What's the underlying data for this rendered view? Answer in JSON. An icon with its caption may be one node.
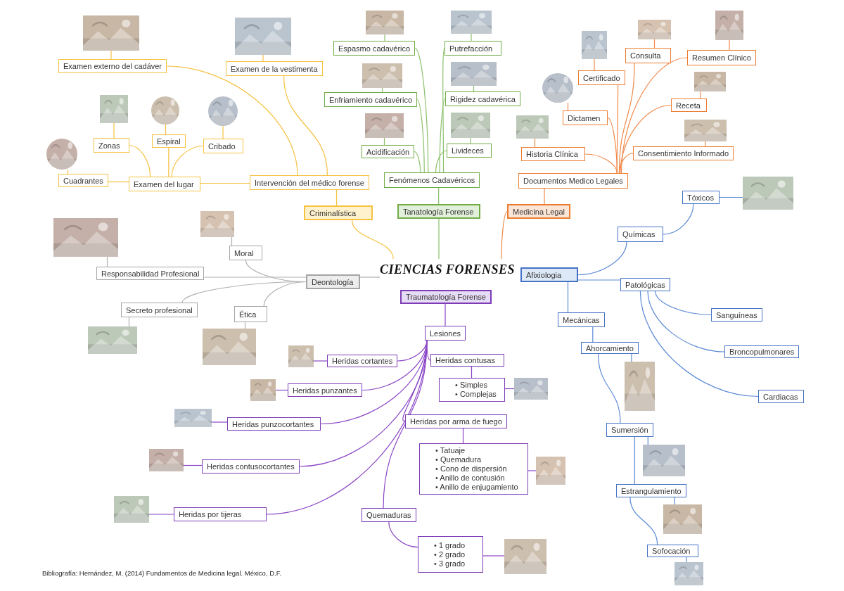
{
  "diagram": {
    "nodes": [
      {
        "text": [
          "CIENCIAS FORENSES"
        ]
      },
      {
        "text": [
          "Criminalística"
        ]
      },
      {
        "text": [
          "Intervención del médico forense"
        ]
      },
      {
        "text": [
          "Examen del lugar"
        ]
      },
      {
        "text": [
          "Cuadrantes"
        ]
      },
      {
        "text": [
          "Zonas"
        ]
      },
      {
        "text": [
          "Espiral"
        ]
      },
      {
        "text": [
          "Cribado"
        ]
      },
      {
        "text": [
          "Examen externo del cadáver"
        ]
      },
      {
        "text": [
          "Examen de la vestimenta"
        ]
      },
      {
        "text": [],
        "shape": "picture"
      },
      {
        "text": [],
        "shape": "picture"
      },
      {
        "text": [],
        "shape": "picture"
      },
      {
        "text": [],
        "shape": "picture"
      },
      {
        "text": [],
        "shape": "picture"
      },
      {
        "text": [],
        "shape": "picture"
      },
      {
        "text": [
          "Tanatología Forense"
        ]
      },
      {
        "text": [
          "Fenómenos Cadavéricos"
        ]
      },
      {
        "text": [
          "Acidificación"
        ]
      },
      {
        "text": [
          "Livideces"
        ]
      },
      {
        "text": [
          "Enfriamiento cadavérico"
        ]
      },
      {
        "text": [
          "Rigidez cadavérica"
        ]
      },
      {
        "text": [
          "Espasmo cadavérico"
        ]
      },
      {
        "text": [
          "Putrefacción"
        ]
      },
      {
        "text": [],
        "shape": "picture"
      },
      {
        "text": [],
        "shape": "picture"
      },
      {
        "text": [],
        "shape": "picture"
      },
      {
        "text": [],
        "shape": "picture"
      },
      {
        "text": [],
        "shape": "picture"
      },
      {
        "text": [],
        "shape": "picture"
      },
      {
        "text": [
          "Medicina Legal"
        ]
      },
      {
        "text": [
          "Documentos Medico Legales"
        ]
      },
      {
        "text": [
          "Historia Clínica"
        ]
      },
      {
        "text": [
          "Consentimiento Informado"
        ]
      },
      {
        "text": [
          "Dictamen"
        ]
      },
      {
        "text": [
          "Receta"
        ]
      },
      {
        "text": [
          "Certificado"
        ]
      },
      {
        "text": [
          "Consulta"
        ]
      },
      {
        "text": [
          "Resumen Clínico"
        ]
      },
      {
        "text": [],
        "shape": "picture"
      },
      {
        "text": [],
        "shape": "picture"
      },
      {
        "text": [],
        "shape": "picture"
      },
      {
        "text": [],
        "shape": "picture"
      },
      {
        "text": [],
        "shape": "picture"
      },
      {
        "text": [],
        "shape": "picture"
      },
      {
        "text": [],
        "shape": "picture"
      },
      {
        "text": [
          "Deontología"
        ]
      },
      {
        "text": [
          "Moral"
        ]
      },
      {
        "text": [
          "Responsabilidad Profesional"
        ]
      },
      {
        "text": [
          "Secreto profesional"
        ]
      },
      {
        "text": [
          "Ética"
        ]
      },
      {
        "text": [],
        "shape": "picture"
      },
      {
        "text": [],
        "shape": "picture"
      },
      {
        "text": [],
        "shape": "picture"
      },
      {
        "text": [],
        "shape": "picture"
      },
      {
        "text": [
          "Traumatología Forense"
        ]
      },
      {
        "text": [
          "Lesiones"
        ]
      },
      {
        "text": [
          "Heridas cortantes"
        ]
      },
      {
        "text": [
          "Heridas contusas"
        ]
      },
      {
        "text": [
          "• Simples",
          "• Complejas"
        ]
      },
      {
        "text": [
          "Heridas punzantes"
        ]
      },
      {
        "text": [
          "Heridas punzocortantes"
        ]
      },
      {
        "text": [
          "Heridas por arma de fuego"
        ]
      },
      {
        "text": [
          "• Tatuaje",
          "• Quemadura",
          "• Cono de dispersión",
          "• Anillo de contusión",
          "• Anillo de enjugamiento"
        ]
      },
      {
        "text": [
          "Heridas contusocortantes"
        ]
      },
      {
        "text": [
          "Heridas por tijeras"
        ]
      },
      {
        "text": [
          "Quemaduras"
        ]
      },
      {
        "text": [
          "• 1 grado",
          "• 2 grado",
          "• 3 grado"
        ]
      },
      {
        "text": [],
        "shape": "picture"
      },
      {
        "text": [],
        "shape": "picture"
      },
      {
        "text": [],
        "shape": "picture"
      },
      {
        "text": [],
        "shape": "picture"
      },
      {
        "text": [],
        "shape": "picture"
      },
      {
        "text": [],
        "shape": "picture"
      },
      {
        "text": [],
        "shape": "picture"
      },
      {
        "text": [],
        "shape": "picture"
      },
      {
        "text": [
          "Afixiologia"
        ]
      },
      {
        "text": [
          "Químicas"
        ]
      },
      {
        "text": [
          "Tóxicos"
        ]
      },
      {
        "text": [
          "Patológicas"
        ]
      },
      {
        "text": [
          "Sanguíneas"
        ]
      },
      {
        "text": [
          "Broncopulmonares"
        ]
      },
      {
        "text": [
          "Cardiacas"
        ]
      },
      {
        "text": [
          "Mecánicas"
        ]
      },
      {
        "text": [
          "Ahorcamiento"
        ]
      },
      {
        "text": [
          "Sumersión"
        ]
      },
      {
        "text": [
          "Estrangulamiento"
        ]
      },
      {
        "text": [
          "Sofocación"
        ]
      },
      {
        "text": [],
        "shape": "picture"
      },
      {
        "text": [],
        "shape": "picture"
      },
      {
        "text": [],
        "shape": "picture"
      },
      {
        "text": [],
        "shape": "picture"
      },
      {
        "text": [],
        "shape": "picture"
      }
    ],
    "edges": [
      {
        "from": 0,
        "to": 1,
        "arrow": "none",
        "color": "#f5c242"
      },
      {
        "from": 1,
        "to": 2,
        "arrow": "none",
        "color": "#f5c242"
      },
      {
        "from": 2,
        "to": 3,
        "arrow": "none",
        "color": "#f5c242"
      },
      {
        "from": 3,
        "to": 4,
        "arrow": "none",
        "color": "#f5c242"
      },
      {
        "from": 3,
        "to": 5,
        "arrow": "none",
        "color": "#f5c242"
      },
      {
        "from": 3,
        "to": 6,
        "arrow": "none",
        "color": "#f5c242"
      },
      {
        "from": 3,
        "to": 7,
        "arrow": "none",
        "color": "#f5c242"
      },
      {
        "from": 2,
        "to": 8,
        "arrow": "none",
        "color": "#f5c242"
      },
      {
        "from": 2,
        "to": 9,
        "arrow": "none",
        "color": "#f5c242"
      },
      {
        "from": 4,
        "to": 10,
        "arrow": "none",
        "color": "#f5c242"
      },
      {
        "from": 5,
        "to": 11,
        "arrow": "none",
        "color": "#f5c242"
      },
      {
        "from": 6,
        "to": 12,
        "arrow": "none",
        "color": "#f5c242"
      },
      {
        "from": 7,
        "to": 13,
        "arrow": "none",
        "color": "#f5c242"
      },
      {
        "from": 8,
        "to": 14,
        "arrow": "none",
        "color": "#f5c242"
      },
      {
        "from": 9,
        "to": 15,
        "arrow": "none",
        "color": "#f5c242"
      },
      {
        "from": 0,
        "to": 16,
        "arrow": "none",
        "color": "#8bc06a"
      },
      {
        "from": 16,
        "to": 17,
        "arrow": "none",
        "color": "#8bc06a"
      },
      {
        "from": 17,
        "to": 18,
        "arrow": "none",
        "color": "#8bc06a"
      },
      {
        "from": 17,
        "to": 19,
        "arrow": "none",
        "color": "#8bc06a"
      },
      {
        "from": 17,
        "to": 20,
        "arrow": "none",
        "color": "#8bc06a"
      },
      {
        "from": 17,
        "to": 21,
        "arrow": "none",
        "color": "#8bc06a"
      },
      {
        "from": 17,
        "to": 22,
        "arrow": "none",
        "color": "#8bc06a"
      },
      {
        "from": 17,
        "to": 23,
        "arrow": "none",
        "color": "#8bc06a"
      },
      {
        "from": 18,
        "to": 24,
        "arrow": "none",
        "color": "#8bc06a"
      },
      {
        "from": 19,
        "to": 25,
        "arrow": "none",
        "color": "#8bc06a"
      },
      {
        "from": 20,
        "to": 26,
        "arrow": "none",
        "color": "#8bc06a"
      },
      {
        "from": 21,
        "to": 27,
        "arrow": "none",
        "color": "#8bc06a"
      },
      {
        "from": 22,
        "to": 28,
        "arrow": "none",
        "color": "#8bc06a"
      },
      {
        "from": 23,
        "to": 29,
        "arrow": "none",
        "color": "#8bc06a"
      },
      {
        "from": 0,
        "to": 30,
        "arrow": "none",
        "color": "#f08a4b"
      },
      {
        "from": 30,
        "to": 31,
        "arrow": "none",
        "color": "#f08a4b"
      },
      {
        "from": 31,
        "to": 32,
        "arrow": "none",
        "color": "#f08a4b"
      },
      {
        "from": 31,
        "to": 33,
        "arrow": "none",
        "color": "#f08a4b"
      },
      {
        "from": 31,
        "to": 34,
        "arrow": "none",
        "color": "#f08a4b"
      },
      {
        "from": 31,
        "to": 35,
        "arrow": "none",
        "color": "#f08a4b"
      },
      {
        "from": 31,
        "to": 36,
        "arrow": "none",
        "color": "#f08a4b"
      },
      {
        "from": 31,
        "to": 37,
        "arrow": "none",
        "color": "#f08a4b"
      },
      {
        "from": 31,
        "to": 38,
        "arrow": "none",
        "color": "#f08a4b"
      },
      {
        "from": 32,
        "to": 39,
        "arrow": "none",
        "color": "#f08a4b"
      },
      {
        "from": 33,
        "to": 40,
        "arrow": "none",
        "color": "#f08a4b"
      },
      {
        "from": 34,
        "to": 41,
        "arrow": "none",
        "color": "#f08a4b"
      },
      {
        "from": 35,
        "to": 42,
        "arrow": "none",
        "color": "#f08a4b"
      },
      {
        "from": 36,
        "to": 43,
        "arrow": "none",
        "color": "#f08a4b"
      },
      {
        "from": 37,
        "to": 44,
        "arrow": "none",
        "color": "#f08a4b"
      },
      {
        "from": 38,
        "to": 45,
        "arrow": "none",
        "color": "#f08a4b"
      },
      {
        "from": 0,
        "to": 46,
        "arrow": "none",
        "color": "#b0b0b0"
      },
      {
        "from": 46,
        "to": 47,
        "arrow": "none",
        "color": "#b0b0b0"
      },
      {
        "from": 46,
        "to": 48,
        "arrow": "none",
        "color": "#b0b0b0"
      },
      {
        "from": 46,
        "to": 49,
        "arrow": "none",
        "color": "#b0b0b0"
      },
      {
        "from": 46,
        "to": 50,
        "arrow": "none",
        "color": "#b0b0b0"
      },
      {
        "from": 47,
        "to": 51,
        "arrow": "none",
        "color": "#b0b0b0"
      },
      {
        "from": 48,
        "to": 52,
        "arrow": "none",
        "color": "#b0b0b0"
      },
      {
        "from": 49,
        "to": 53,
        "arrow": "none",
        "color": "#b0b0b0"
      },
      {
        "from": 50,
        "to": 54,
        "arrow": "none",
        "color": "#b0b0b0"
      },
      {
        "from": 55,
        "to": 56,
        "arrow": "none",
        "color": "#8a45c6"
      },
      {
        "from": 56,
        "to": 57,
        "arrow": "none",
        "color": "#8a45c6"
      },
      {
        "from": 56,
        "to": 58,
        "arrow": "none",
        "color": "#8a45c6"
      },
      {
        "from": 58,
        "to": 59,
        "arrow": "none",
        "color": "#8a45c6"
      },
      {
        "from": 56,
        "to": 60,
        "arrow": "none",
        "color": "#8a45c6"
      },
      {
        "from": 56,
        "to": 61,
        "arrow": "none",
        "color": "#8a45c6"
      },
      {
        "from": 56,
        "to": 62,
        "arrow": "none",
        "color": "#8a45c6"
      },
      {
        "from": 62,
        "to": 63,
        "arrow": "none",
        "color": "#8a45c6"
      },
      {
        "from": 56,
        "to": 64,
        "arrow": "none",
        "color": "#8a45c6"
      },
      {
        "from": 56,
        "to": 65,
        "arrow": "none",
        "color": "#8a45c6"
      },
      {
        "from": 56,
        "to": 66,
        "arrow": "none",
        "color": "#8a45c6"
      },
      {
        "from": 66,
        "to": 67,
        "arrow": "none",
        "color": "#8a45c6"
      },
      {
        "from": 57,
        "to": 68,
        "arrow": "none",
        "color": "#8a45c6"
      },
      {
        "from": 59,
        "to": 69,
        "arrow": "none",
        "color": "#8a45c6"
      },
      {
        "from": 60,
        "to": 70,
        "arrow": "none",
        "color": "#8a45c6"
      },
      {
        "from": 61,
        "to": 71,
        "arrow": "none",
        "color": "#8a45c6"
      },
      {
        "from": 63,
        "to": 72,
        "arrow": "none",
        "color": "#8a45c6"
      },
      {
        "from": 64,
        "to": 73,
        "arrow": "none",
        "color": "#8a45c6"
      },
      {
        "from": 65,
        "to": 74,
        "arrow": "none",
        "color": "#8a45c6"
      },
      {
        "from": 67,
        "to": 75,
        "arrow": "none",
        "color": "#8a45c6"
      },
      {
        "from": 76,
        "to": 77,
        "arrow": "none",
        "color": "#5b8ad6"
      },
      {
        "from": 76,
        "to": 79,
        "arrow": "none",
        "color": "#5b8ad6"
      },
      {
        "from": 76,
        "to": 83,
        "arrow": "none",
        "color": "#5b8ad6"
      },
      {
        "from": 77,
        "to": 78,
        "arrow": "none",
        "color": "#5b8ad6"
      },
      {
        "from": 79,
        "to": 80,
        "arrow": "none",
        "color": "#5b8ad6"
      },
      {
        "from": 79,
        "to": 81,
        "arrow": "none",
        "color": "#5b8ad6"
      },
      {
        "from": 79,
        "to": 82,
        "arrow": "none",
        "color": "#5b8ad6"
      },
      {
        "from": 83,
        "to": 84,
        "arrow": "none",
        "color": "#5b8ad6"
      },
      {
        "from": 84,
        "to": 85,
        "arrow": "none",
        "color": "#5b8ad6"
      },
      {
        "from": 85,
        "to": 86,
        "arrow": "none",
        "color": "#5b8ad6"
      },
      {
        "from": 86,
        "to": 87,
        "arrow": "none",
        "color": "#5b8ad6"
      },
      {
        "from": 78,
        "to": 88,
        "arrow": "none",
        "color": "#5b8ad6"
      },
      {
        "from": 84,
        "to": 89,
        "arrow": "none",
        "color": "#5b8ad6"
      },
      {
        "from": 85,
        "to": 90,
        "arrow": "none",
        "color": "#5b8ad6"
      },
      {
        "from": 86,
        "to": 91,
        "arrow": "none",
        "color": "#5b8ad6"
      },
      {
        "from": 87,
        "to": 92,
        "arrow": "none",
        "color": "#5b8ad6"
      }
    ],
    "labels": [
      "Bibliografía: Hernández, M. (2014) Fundamentos de Medicina legal. México, D.F."
    ]
  }
}
